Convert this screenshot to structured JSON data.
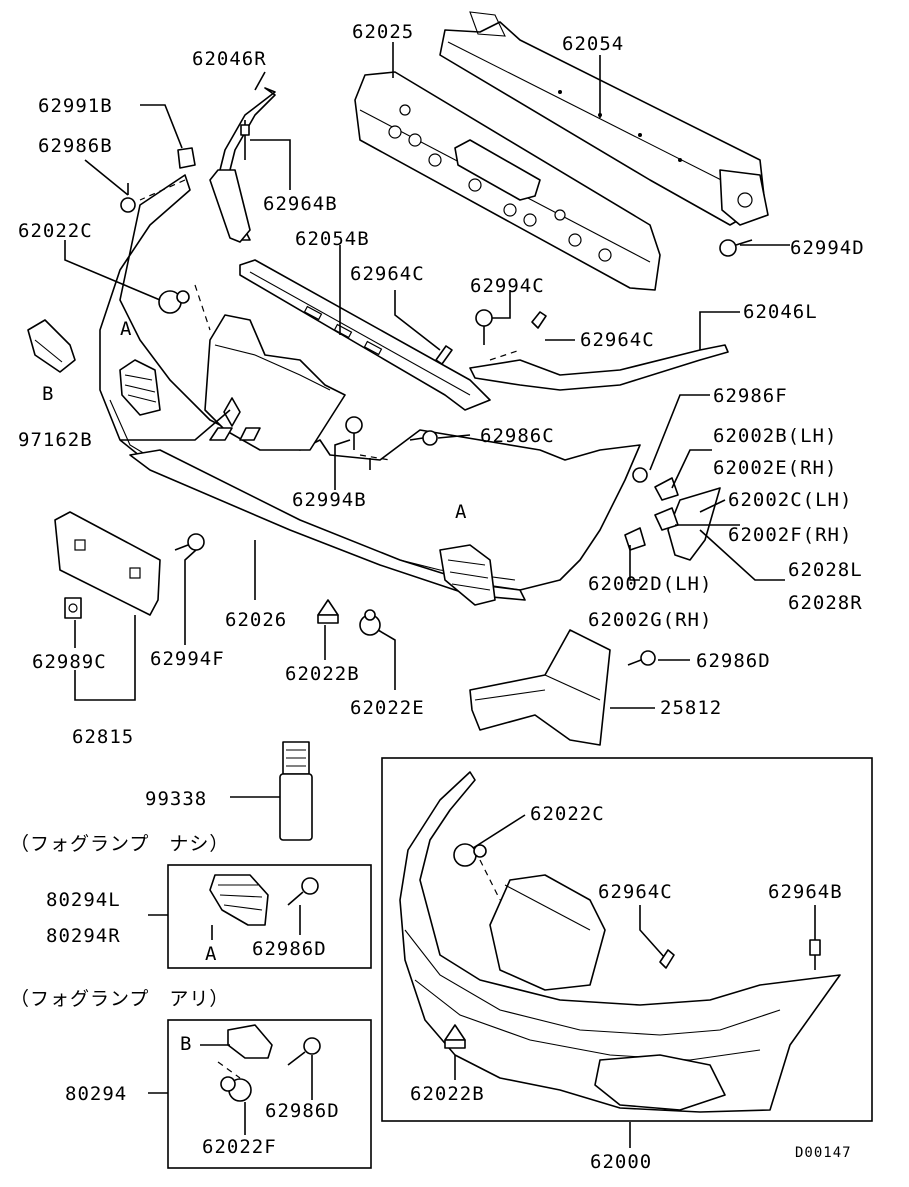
{
  "diagram": {
    "reference_code": "D00147",
    "note_without_fog": "（フォグランプ　ナシ）",
    "note_with_fog": "（フォグランプ　アリ）",
    "parts": [
      {
        "id": "p62025",
        "label": "62025"
      },
      {
        "id": "p62054",
        "label": "62054"
      },
      {
        "id": "p62046R",
        "label": "62046R"
      },
      {
        "id": "p62991B",
        "label": "62991B"
      },
      {
        "id": "p62986B",
        "label": "62986B"
      },
      {
        "id": "p62964B_top",
        "label": "62964B"
      },
      {
        "id": "p62994D",
        "label": "62994D"
      },
      {
        "id": "p62022C_top",
        "label": "62022C"
      },
      {
        "id": "p62054B",
        "label": "62054B"
      },
      {
        "id": "p62964C_a",
        "label": "62964C"
      },
      {
        "id": "p62994C",
        "label": "62994C"
      },
      {
        "id": "p62046L",
        "label": "62046L"
      },
      {
        "id": "p62964C_b",
        "label": "62964C"
      },
      {
        "id": "p62986F",
        "label": "62986F"
      },
      {
        "id": "p62002B",
        "label": "62002B(LH)"
      },
      {
        "id": "p62002E",
        "label": "62002E(RH)"
      },
      {
        "id": "p62002C",
        "label": "62002C(LH)"
      },
      {
        "id": "p62002F",
        "label": "62002F(RH)"
      },
      {
        "id": "p62028L",
        "label": "62028L"
      },
      {
        "id": "p62028R",
        "label": "62028R"
      },
      {
        "id": "p62002D",
        "label": "62002D(LH)"
      },
      {
        "id": "p62002G",
        "label": "62002G(RH)"
      },
      {
        "id": "p97162B",
        "label": "97162B"
      },
      {
        "id": "p62986C",
        "label": "62986C"
      },
      {
        "id": "p62994B",
        "label": "62994B"
      },
      {
        "id": "p62026",
        "label": "62026"
      },
      {
        "id": "p62994F",
        "label": "62994F"
      },
      {
        "id": "p62989C",
        "label": "62989C"
      },
      {
        "id": "p62815",
        "label": "62815"
      },
      {
        "id": "p62022B_top",
        "label": "62022B"
      },
      {
        "id": "p62022E",
        "label": "62022E"
      },
      {
        "id": "p62986D_top",
        "label": "62986D"
      },
      {
        "id": "p25812",
        "label": "25812"
      },
      {
        "id": "p99338",
        "label": "99338"
      },
      {
        "id": "p80294L",
        "label": "80294L"
      },
      {
        "id": "p80294R",
        "label": "80294R"
      },
      {
        "id": "p62986D_box1",
        "label": "62986D"
      },
      {
        "id": "p80294",
        "label": "80294"
      },
      {
        "id": "p62986D_box2",
        "label": "62986D"
      },
      {
        "id": "p62022F",
        "label": "62022F"
      },
      {
        "id": "p62022C_inset",
        "label": "62022C"
      },
      {
        "id": "p62964C_inset",
        "label": "62964C"
      },
      {
        "id": "p62964B_inset",
        "label": "62964B"
      },
      {
        "id": "p62022B_inset",
        "label": "62022B"
      },
      {
        "id": "p62000",
        "label": "62000"
      }
    ],
    "markers": [
      {
        "id": "mA1",
        "label": "A"
      },
      {
        "id": "mB1",
        "label": "B"
      },
      {
        "id": "mA2",
        "label": "A"
      },
      {
        "id": "mA3",
        "label": "A"
      },
      {
        "id": "mB2",
        "label": "B"
      }
    ]
  }
}
